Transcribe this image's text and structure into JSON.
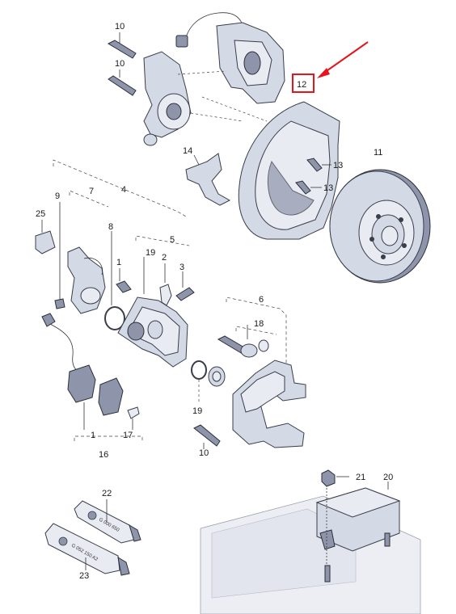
{
  "callouts": {
    "c10a": "10",
    "c10b": "10",
    "c12": "12",
    "c11": "11",
    "c13a": "13",
    "c13b": "13",
    "c14": "14",
    "c4": "4",
    "c9": "9",
    "c7": "7",
    "c25": "25",
    "c8": "8",
    "c5": "5",
    "c1a": "1",
    "c19a": "19",
    "c2": "2",
    "c3": "3",
    "c6": "6",
    "c18": "18",
    "c19b": "19",
    "c10c": "10",
    "c1b": "1",
    "c17": "17",
    "c16": "16",
    "c21": "21",
    "c20": "20",
    "c22": "22",
    "c23": "23"
  },
  "tubes": {
    "tube22_text": "G 000 650",
    "tube23_text": "G 052 150 A2"
  },
  "colors": {
    "highlight": "#e8141b",
    "part_fill": "#d4d9e6",
    "part_shadow": "#8e95aa",
    "line": "#3a3d4a"
  }
}
